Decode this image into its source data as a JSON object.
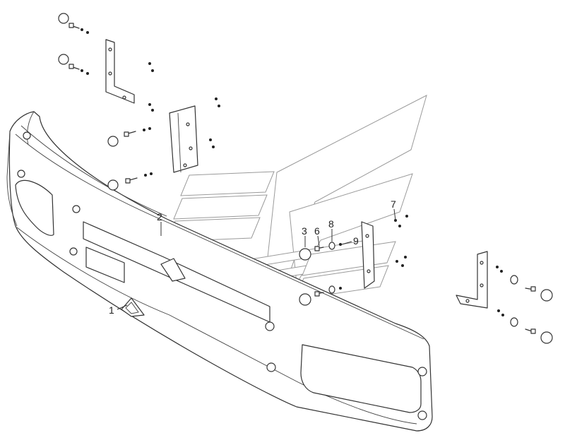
{
  "callouts": [
    {
      "id": "1",
      "label": "1"
    },
    {
      "id": "2",
      "label": "2"
    },
    {
      "id": "3",
      "label": "3"
    },
    {
      "id": "6",
      "label": "6"
    },
    {
      "id": "7",
      "label": "7"
    },
    {
      "id": "8",
      "label": "8"
    },
    {
      "id": "9",
      "label": "9"
    }
  ],
  "icons": {
    "watermark": "logo-watermark-icon",
    "bumper": "bumper-assembly",
    "brackets": "mounting-bracket"
  }
}
